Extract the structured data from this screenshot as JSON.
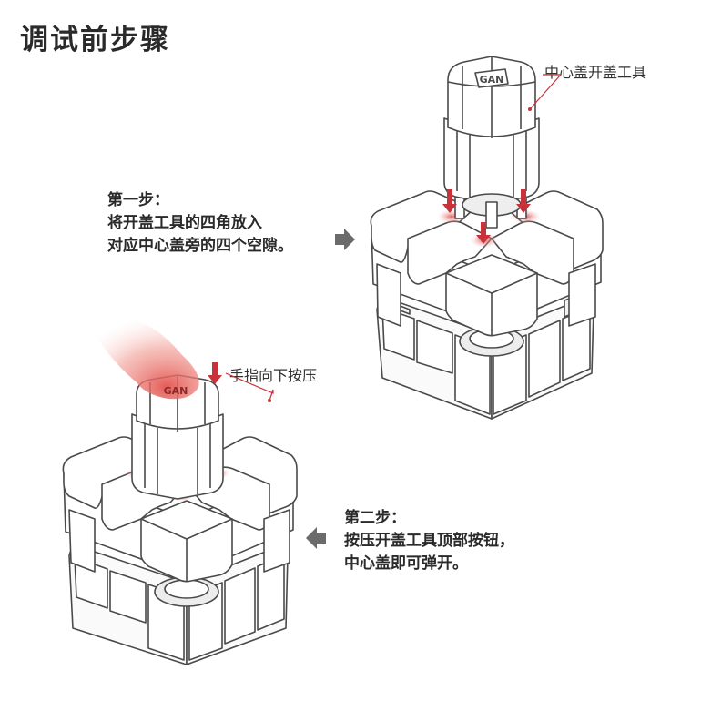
{
  "page": {
    "title": "调试前步骤"
  },
  "callouts": {
    "tool_label": "中心盖开盖工具",
    "finger_label": "手指向下按压"
  },
  "step1": {
    "heading": "第一步：",
    "line1": "将开盖工具的四角放入",
    "line2": "对应中心盖旁的四个空隙。"
  },
  "step2": {
    "heading": "第二步：",
    "line1": "按压开盖工具顶部按钮，",
    "line2": "中心盖即可弹开。"
  },
  "colors": {
    "accent": "#c8333a",
    "line": "#4a4a4a",
    "arrow": "#6b6b6b",
    "face": "#ffffff",
    "shadow": "#f1f1f1"
  }
}
